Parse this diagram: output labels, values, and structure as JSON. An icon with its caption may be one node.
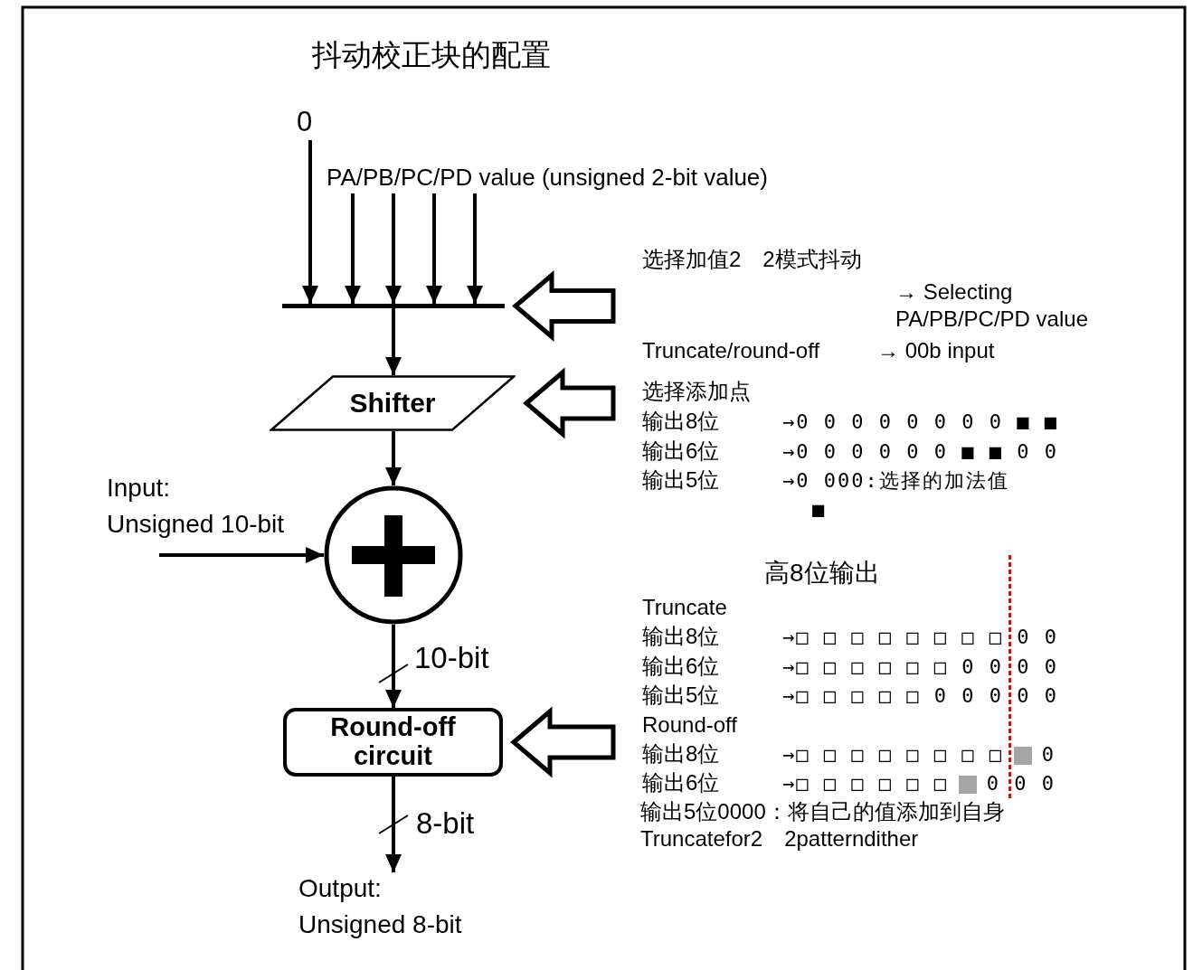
{
  "diagram": {
    "title": "抖动校正块的配置",
    "nodes": [
      {
        "text": [
          "0"
        ]
      },
      {
        "text": [
          "PA/PB/PC/PD value (unsigned 2-bit value)"
        ]
      },
      {
        "text": [],
        "shape": "bar"
      },
      {
        "text": [
          "Shifter"
        ]
      },
      {
        "text": [],
        "shape": "circle"
      },
      {
        "text": [
          "Round-off circuit"
        ]
      },
      {
        "text": [
          "Input:",
          "Unsigned 10-bit"
        ]
      },
      {
        "text": [
          "Output:",
          "Unsigned 8-bit"
        ]
      }
    ],
    "edges": [
      {
        "from": 0,
        "to": 2,
        "arrow": "to"
      },
      {
        "from": 1,
        "to": 2,
        "arrow": "to"
      },
      {
        "from": 1,
        "to": 2,
        "arrow": "to"
      },
      {
        "from": 1,
        "to": 2,
        "arrow": "to"
      },
      {
        "from": 1,
        "to": 2,
        "arrow": "to"
      },
      {
        "from": 2,
        "to": 3,
        "arrow": "to"
      },
      {
        "from": 3,
        "to": 4,
        "arrow": "to"
      },
      {
        "from": 6,
        "to": 4,
        "arrow": "to"
      },
      {
        "from": 4,
        "to": 5,
        "arrow": "to",
        "label": "10-bit"
      },
      {
        "from": 5,
        "to": 7,
        "arrow": "to",
        "label": "8-bit"
      },
      {
        "from": null,
        "to": 2,
        "arrow": "to",
        "style": "thick"
      },
      {
        "from": null,
        "to": 3,
        "arrow": "to",
        "style": "thick"
      },
      {
        "from": null,
        "to": 5,
        "arrow": "to",
        "style": "thick"
      }
    ],
    "labels": [
      "选择加值2　2模式抖动",
      "→ Selecting PA/PB/PC/PD value",
      "Truncate/round-off",
      "→ 00b input",
      "选择添加点",
      "输出8位",
      "→0 0 0 0 0 0 0 0 ■ ■",
      "输出6位",
      "→0 0 0 0 0 0 ■ ■ 0 0",
      "输出5位",
      "→0 000:选择的加法值",
      "■",
      "高8位输出",
      "Truncate",
      "输出8位",
      "→□ □ □ □ □ □ □ □ 0 0",
      "输出6位",
      "→□ □ □ □ □ □ 0 0 0 0",
      "输出5位",
      "→□ □ □ □ □ 0 0 0 0 0",
      "Round-off",
      "输出8位",
      "→□ □ □ □ □ □ □ □",
      "0",
      "输出6位",
      "→□ □ □ □ □ □",
      "0 0 0",
      "输出5位0000：将自己的值添加到自身Truncatefor2　2patterndither"
    ]
  }
}
